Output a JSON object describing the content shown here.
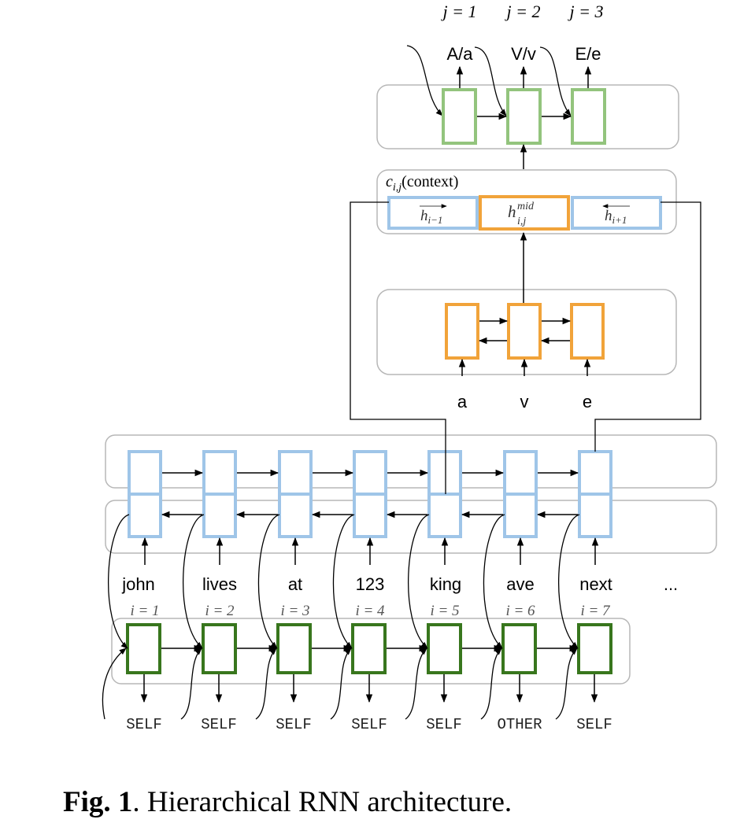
{
  "columns": {
    "labels": [
      "j = 1",
      "j = 2",
      "j = 3"
    ],
    "outputs": [
      "A/a",
      "V/v",
      "E/e"
    ],
    "chars": [
      "a",
      "v",
      "e"
    ]
  },
  "context": {
    "label": "c",
    "label_sub": "i,j",
    "label_text": "(context)",
    "forward_state": "h",
    "forward_sub": "i−1",
    "mid_state": "h",
    "mid_sup": "mid",
    "mid_sub": "i,j",
    "backward_state": "h",
    "backward_sub": "i+1"
  },
  "tokens": [
    {
      "word": "john",
      "index": "i = 1",
      "tag": "SELF"
    },
    {
      "word": "lives",
      "index": "i = 2",
      "tag": "SELF"
    },
    {
      "word": "at",
      "index": "i = 3",
      "tag": "SELF"
    },
    {
      "word": "123",
      "index": "i = 4",
      "tag": "SELF"
    },
    {
      "word": "king",
      "index": "i = 5",
      "tag": "SELF"
    },
    {
      "word": "ave",
      "index": "i = 6",
      "tag": "OTHER"
    },
    {
      "word": "next",
      "index": "i = 7",
      "tag": "SELF"
    }
  ],
  "ellipsis": "...",
  "caption": {
    "fig_label": "Fig. 1",
    "text": ".  Hierarchical RNN architecture."
  },
  "colors": {
    "green_light": "#93c47d",
    "green_dark": "#38761d",
    "blue": "#9fc5e8",
    "orange": "#f1a33a",
    "panel_border": "#b7b7b7"
  }
}
